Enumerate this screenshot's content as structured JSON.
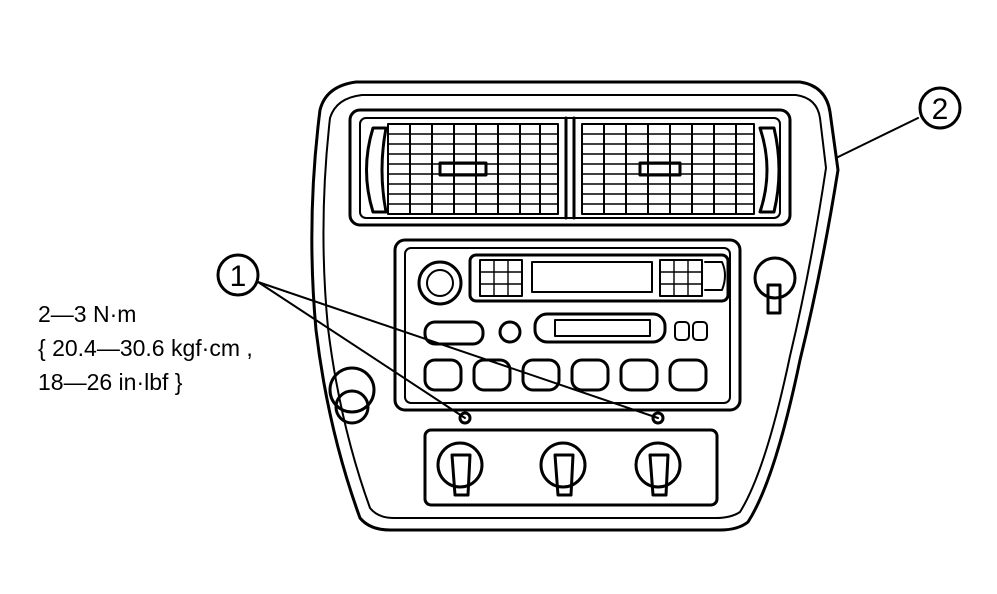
{
  "callouts": {
    "part_1": "1",
    "part_2": "2"
  },
  "torque_spec": {
    "line1": "2—3 N·m",
    "line2": "{ 20.4—30.6 kgf·cm ,",
    "line3": "18—26 in·lbf }"
  }
}
